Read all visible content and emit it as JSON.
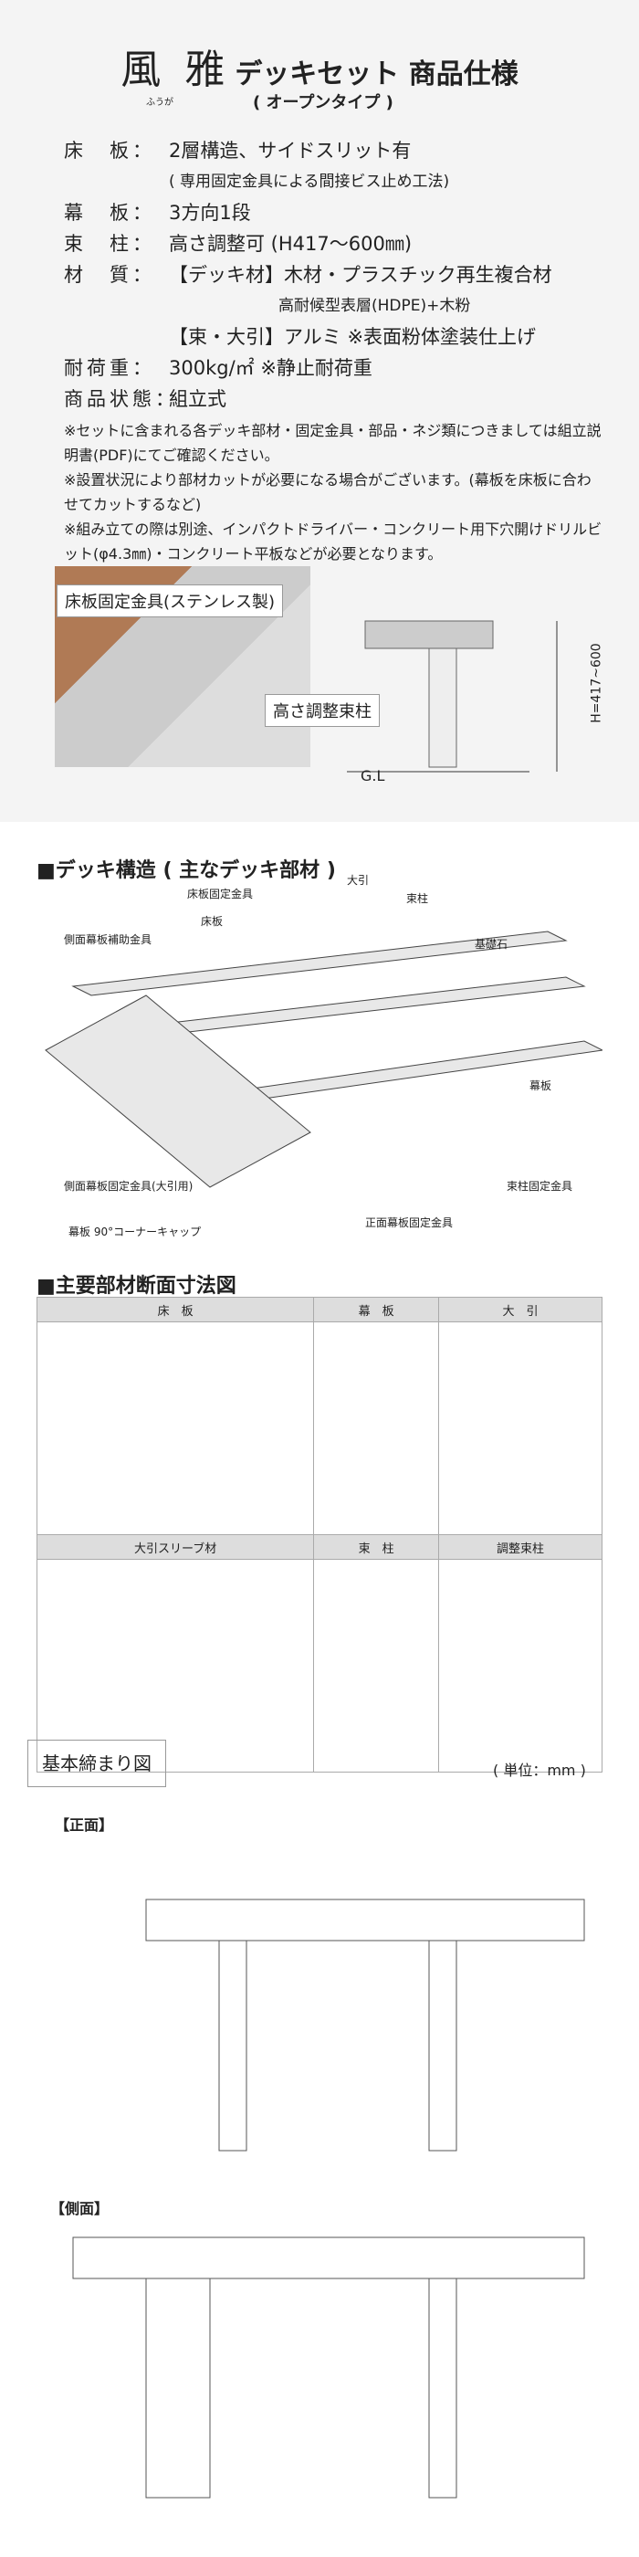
{
  "title": {
    "main": "風 雅",
    "mid": "デッキセット 商品仕様",
    "ruby": "ふうが",
    "sub": "( オープンタイプ )"
  },
  "spec": [
    {
      "k": "床　板：",
      "v": "2層構造、サイドスリット有"
    },
    {
      "k": "",
      "v": "( 専用固定金具による間接ビス止め工法)"
    },
    {
      "k": "幕　板：",
      "v": "3方向1段"
    },
    {
      "k": "束　柱：",
      "v": "高さ調整可 (H417～600㎜)"
    },
    {
      "k": "材　質：",
      "v": "【デッキ材】木材・プラスチック再生複合材"
    },
    {
      "k": "",
      "v": "高耐候型表層(HDPE)+木粉"
    },
    {
      "k": "",
      "v": "【束・大引】アルミ ※表面粉体塗装仕上げ"
    },
    {
      "k": "耐荷重：",
      "v": "300kg/㎡ ※静止耐荷重"
    },
    {
      "k": "商品状態：",
      "v": "組立式"
    }
  ],
  "notes": [
    "※セットに含まれる各デッキ部材・固定金具・部品・ネジ類につきましては組立説明書(PDF)にてご確認ください。",
    "※設置状況により部材カットが必要になる場合がございます。(幕板を床板に合わせてカットするなど)",
    "※組み立ての際は別途、インパクトドライバー・コンクリート用下穴開けドリルビット(φ4.3㎜)・コンクリート平板などが必要となります。"
  ],
  "photo_label": "床板固定金具(ステンレス製)",
  "callout": "高さ調整束柱",
  "gl": "G.L",
  "hdim": "H=417~600",
  "sec2_title": "■デッキ構造 ( 主なデッキ部材 )",
  "dia_labels": [
    "床板固定金具",
    "大引",
    "束柱",
    "側面幕板補助金具",
    "床板",
    "基礎石",
    "幕板",
    "側面幕板固定金具(大引用)",
    "束柱固定金具",
    "幕板 90°コーナーキャップ",
    "正面幕板固定金具"
  ],
  "sec3_title": "■主要部材断面寸法図",
  "dims_headers": [
    "床　板",
    "幕　板",
    "大　引",
    "大引スリーブ材",
    "束　柱",
    "調整束柱"
  ],
  "sec4_title": "基本締まり図",
  "unit": "( 単位：mm )",
  "front": "【正面】",
  "side": "【側面】"
}
